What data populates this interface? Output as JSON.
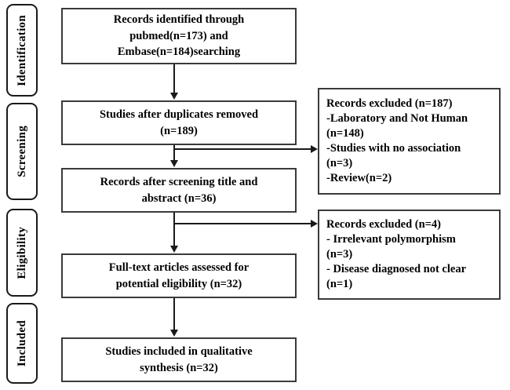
{
  "diagram": {
    "title": "PRISMA study selection flow diagram",
    "type": "flowchart",
    "colors": {
      "line": "#1a1a1a",
      "box_border": "#3a3a3a",
      "background": "#ffffff",
      "text": "#000000"
    }
  },
  "stages": [
    {
      "label": "Identification"
    },
    {
      "label": "Screening"
    },
    {
      "label": "Eligibility"
    },
    {
      "label": "Included"
    }
  ],
  "flow_boxes": [
    {
      "id": "records-identified",
      "lines": [
        "Records identified through",
        "pubmed(n=173) and",
        "Embase(n=184)searching"
      ]
    },
    {
      "id": "duplicates-removed",
      "lines": [
        "Studies after duplicates removed",
        "(n=189)"
      ]
    },
    {
      "id": "records-after-screening",
      "lines": [
        "Records after screening title and",
        "abstract (n=36)"
      ]
    },
    {
      "id": "full-text-assessed",
      "lines": [
        "Full-text articles assessed for",
        "potential eligibility (n=32)"
      ]
    },
    {
      "id": "studies-included",
      "lines": [
        "Studies included in qualitative",
        "synthesis (n=32)"
      ]
    }
  ],
  "exclusion_boxes": [
    {
      "id": "records-excluded-187",
      "lines": [
        "Records excluded (n=187)",
        "-Laboratory and Not Human",
        "(n=148)",
        "-Studies with no association",
        "(n=3)",
        "-Review(n=2)"
      ]
    },
    {
      "id": "records-excluded-4",
      "lines": [
        "Records excluded (n=4)",
        "- Irrelevant polymorphism",
        "(n=3)",
        "- Disease diagnosed not clear",
        "(n=1)"
      ]
    }
  ]
}
